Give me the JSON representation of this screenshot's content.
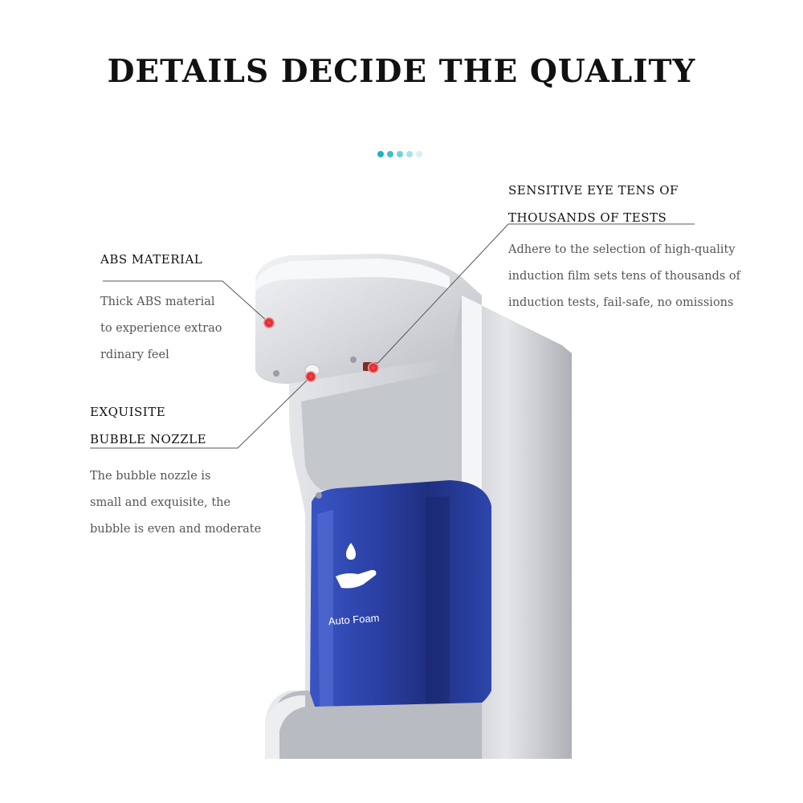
{
  "title": "DETAILS DECIDE THE QUALITY",
  "colors": {
    "accent_dots": [
      "#1fb3bd",
      "#3fc0c9",
      "#72d2d8",
      "#a6e3e7",
      "#d5f1f3"
    ],
    "marker": "#d8262b",
    "device_silver": "#d9dbdf",
    "tank_blue": "#2b3f9e"
  },
  "callouts": {
    "abs": {
      "heading": "ABS MATERIAL",
      "lines": [
        "Thick ABS material",
        "to experience extrao",
        "rdinary feel"
      ]
    },
    "nozzle": {
      "heading_lines": [
        "EXQUISITE",
        "BUBBLE NOZZLE"
      ],
      "lines": [
        "The bubble nozzle is",
        "small and exquisite, the",
        "bubble is even and moderate"
      ]
    },
    "sensor": {
      "heading_lines": [
        "SENSITIVE EYE TENS OF",
        "THOUSANDS OF TESTS"
      ],
      "lines": [
        "Adhere to the selection of high-quality",
        "induction film sets tens of thousands of",
        "induction tests, fail-safe, no omissions"
      ]
    }
  },
  "product": {
    "tank_label": "Auto Foam",
    "icon": "hand-drop-icon"
  }
}
